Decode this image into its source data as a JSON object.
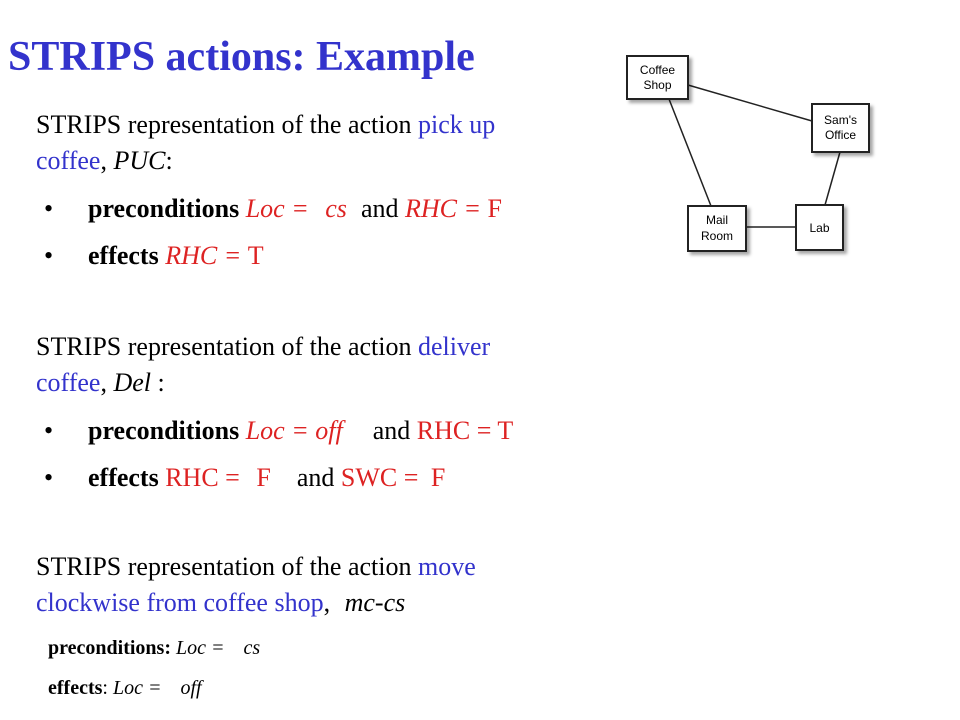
{
  "title": "STRIPS actions: Example",
  "puc": {
    "intro_prefix": "STRIPS representation of the action ",
    "intro_action": "pick up",
    "line2_action": "coffee",
    "line2_sep": ", ",
    "line2_code": "PUC",
    "line2_end": ":",
    "pre_label": "preconditions",
    "pre_loc": "Loc = ",
    "pre_val": "cs",
    "pre_and": "and",
    "pre_rhc": "RHC = ",
    "pre_rhc_val": "F",
    "eff_label": "effects",
    "eff_rhc": "RHC = ",
    "eff_rhc_val": "T"
  },
  "del": {
    "intro_prefix": "STRIPS representation of the action ",
    "intro_action": "deliver",
    "line2_action": "coffee",
    "line2_sep": ", ",
    "line2_code": "Del",
    "line2_end": " :",
    "pre_label": "preconditions",
    "pre_loc": "Loc = ",
    "pre_val": "off",
    "pre_and": "and",
    "pre_rhc": "RHC = T",
    "eff_label": "effects",
    "eff_rhc": "RHC = ",
    "eff_rhc_val": "F",
    "eff_and": "and",
    "eff_swc": "SWC = ",
    "eff_swc_val": "F"
  },
  "mc": {
    "intro_prefix": "STRIPS representation of the action ",
    "intro_action": "move",
    "line2_action": "clockwise from coffee shop",
    "line2_sep": ", ",
    "line2_code": "mc-cs",
    "pre_label": "preconditions:",
    "pre_loc": "Loc = ",
    "pre_val": "cs",
    "eff_label": "effects",
    "eff_colon": ":",
    "eff_loc": "Loc = ",
    "eff_val": "off"
  },
  "map": {
    "nodes": {
      "coffee_shop": [
        "Coffee",
        "Shop"
      ],
      "sams_office": [
        "Sam's",
        "Office"
      ],
      "mail_room": [
        "Mail",
        "Room"
      ],
      "lab": [
        "Lab"
      ]
    }
  }
}
